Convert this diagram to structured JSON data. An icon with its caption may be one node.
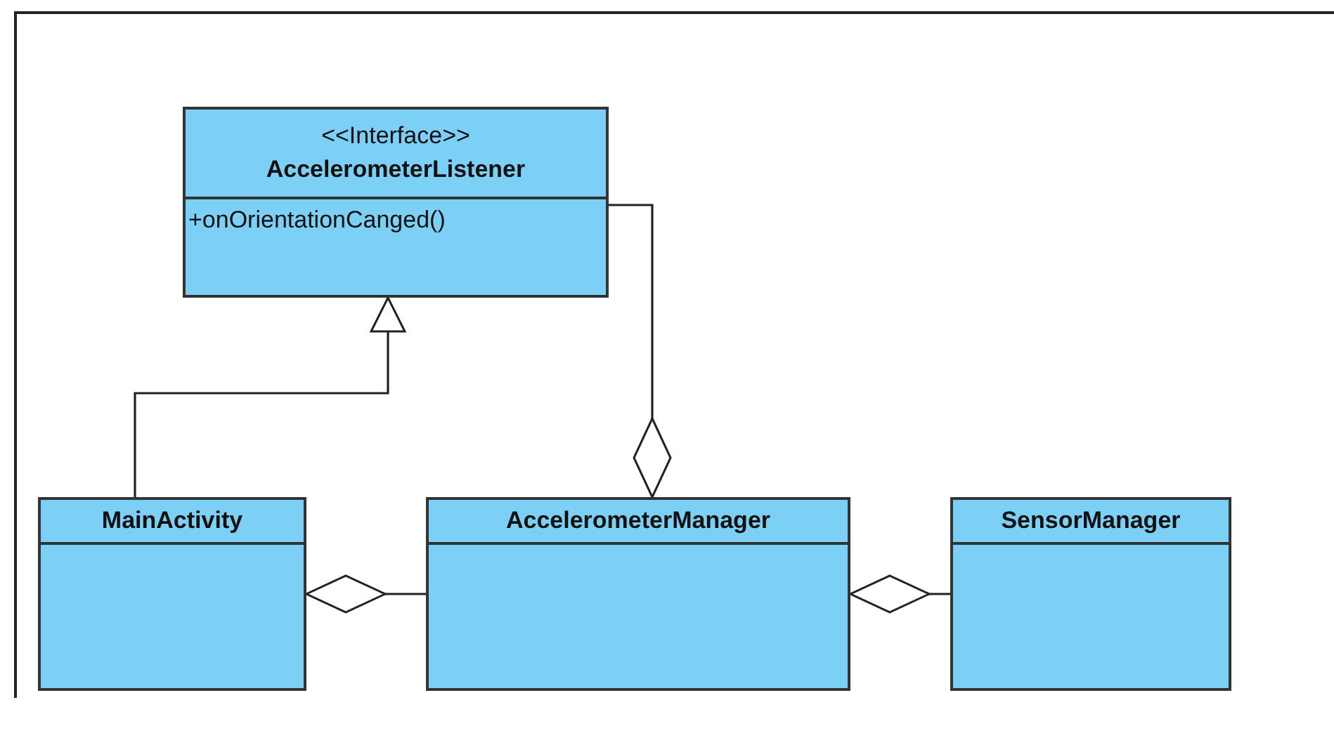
{
  "diagram": {
    "nodes": [
      {
        "text": [
          "<<Interface>>",
          "AccelerometerListener",
          "+onOrientationCanged()"
        ]
      },
      {
        "text": [
          "MainActivity"
        ]
      },
      {
        "text": [
          "AccelerometerManager"
        ]
      },
      {
        "text": [
          "SensorManager"
        ]
      }
    ],
    "edges": [
      {
        "from": 1,
        "to": 0,
        "arrow": "to"
      },
      {
        "from": 2,
        "to": 0,
        "arrow": "other"
      },
      {
        "from": 1,
        "to": 2,
        "arrow": "other"
      },
      {
        "from": 2,
        "to": 3,
        "arrow": "other"
      }
    ]
  }
}
